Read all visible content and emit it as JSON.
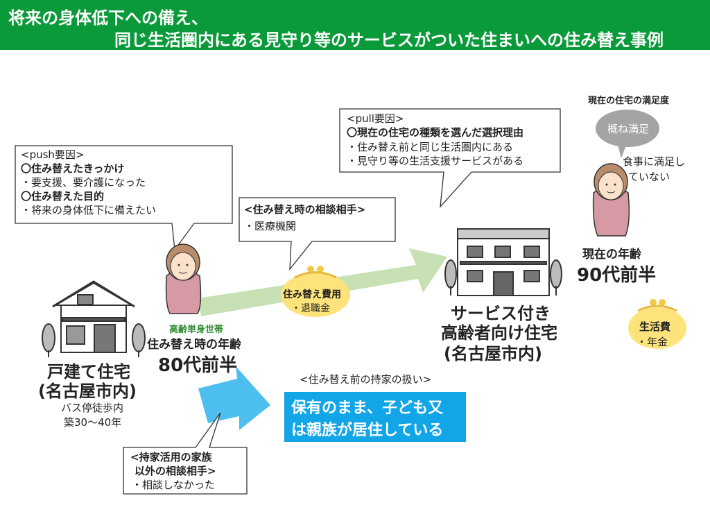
{
  "header": {
    "line1": "将来の身体低下への備え、",
    "line2": "同じ生活圏内にある見守り等のサービスがついた住まいへの住み替え事例"
  },
  "push": {
    "tag": "<push要因>",
    "h1": "〇住み替えたきっかけ",
    "b1": "・要支援、要介護になった",
    "h2": "〇住み替えた目的",
    "b2": "・将来の身体低下に備えたい"
  },
  "consult": {
    "title": "<住み替え時の相談相手>",
    "item": "・医療機関"
  },
  "pull": {
    "tag": "<pull要因>",
    "h1": "〇現在の住宅の種類を選んだ選択理由",
    "b1": "・住み替え前と同じ生活圏内にある",
    "b2": "・見守り等の生活支援サービスがある"
  },
  "satisfaction": {
    "title": "現在の住宅の満足度",
    "bubble": "概ね満足",
    "comment1": "食事に満足し",
    "comment2": "ていない"
  },
  "current_age": {
    "label": "現在の年齢",
    "value": "90代前半"
  },
  "cost": {
    "label": "住み替え費用",
    "item": "・退職金"
  },
  "living": {
    "label": "生活費",
    "item": "・年金"
  },
  "person_left": {
    "household": "高齢単身世帯",
    "age_label": "住み替え時の年齢",
    "age_value": "80代前半"
  },
  "old_house": {
    "name1": "戸建て住宅",
    "name2": "(名古屋市内)",
    "detail1": "バス停徒歩内",
    "detail2": "築30〜40年"
  },
  "new_house": {
    "name1": "サービス付き",
    "name2": "高齢者向け住宅",
    "name3": "(名古屋市内)"
  },
  "former_home": {
    "title": "<住み替え前の持家の扱い>",
    "line1": "保有のまま、子ども又",
    "line2": "は親族が居住している"
  },
  "other_consult": {
    "title1": "<持家活用の家族",
    "title2": "以外の相談相手>",
    "item": "・相談しなかった"
  },
  "colors": {
    "header_green": "#0a9a3a",
    "arrow_green": "#c7e0b4",
    "arrow_blue": "#4dbfee",
    "highlight_blue": "#12a5e8",
    "coin_yellow": "#fde37a",
    "person_pink": "#d59aa3"
  }
}
